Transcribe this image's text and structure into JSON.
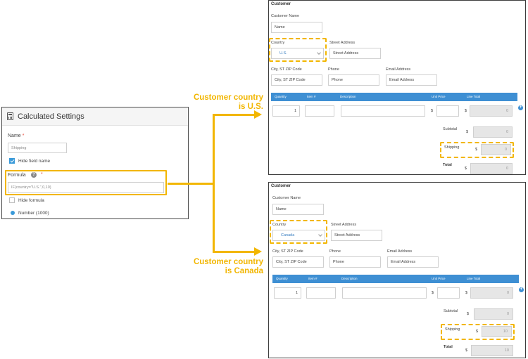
{
  "settings": {
    "title": "Calculated Settings",
    "name_label": "Name",
    "name_value": "Shipping",
    "hide_field_name": "Hide field name",
    "formula_label": "Formula",
    "formula_value": "IF(country=\"U.S.\",0,10)",
    "hide_formula": "Hide formula",
    "format_option": "Number (1000)",
    "required_mark": "*",
    "help_glyph": "?"
  },
  "annotations": {
    "us_line1": "Customer country",
    "us_line2": "is U.S.",
    "ca_line1": "Customer country",
    "ca_line2": "is Canada"
  },
  "forms": [
    {
      "section": "Customer",
      "customer_name_label": "Customer Name",
      "customer_name_placeholder": "Name",
      "country_label": "Country",
      "country_value": "U.S.",
      "street_label": "Street Address",
      "street_placeholder": "Street Address",
      "city_label": "City, ST ZIP Code",
      "city_placeholder": "City, ST ZIP Code",
      "phone_label": "Phone",
      "phone_placeholder": "Phone",
      "email_label": "Email Address",
      "email_placeholder": "Email Address",
      "table_headers": [
        "Quantity",
        "Item #",
        "Description",
        "Unit Price",
        "Line Total"
      ],
      "quantity": "1",
      "line_total": "0",
      "subtotal_label": "Subtotal",
      "subtotal_value": "0",
      "shipping_label": "Shipping",
      "shipping_value": "0",
      "total_label": "Total",
      "total_value": "0",
      "currency": "$",
      "add_row": "+"
    },
    {
      "section": "Customer",
      "customer_name_label": "Customer Name",
      "customer_name_placeholder": "Name",
      "country_label": "Country",
      "country_value": "Canada",
      "street_label": "Street Address",
      "street_placeholder": "Street Address",
      "city_label": "City, ST ZIP Code",
      "city_placeholder": "City, ST ZIP Code",
      "phone_label": "Phone",
      "phone_placeholder": "Phone",
      "email_label": "Email Address",
      "email_placeholder": "Email Address",
      "table_headers": [
        "Quantity",
        "Item #",
        "Description",
        "Unit Price",
        "Line Total"
      ],
      "quantity": "1",
      "line_total": "0",
      "subtotal_label": "Subtotal",
      "subtotal_value": "0",
      "shipping_label": "Shipping",
      "shipping_value": "10",
      "total_label": "Total",
      "total_value": "10",
      "currency": "$",
      "add_row": "+"
    }
  ],
  "colors": {
    "accent": "#f2b600",
    "table_header": "#3e8fd3",
    "required": "#e74c3c",
    "select_text": "#3a7fc1"
  }
}
